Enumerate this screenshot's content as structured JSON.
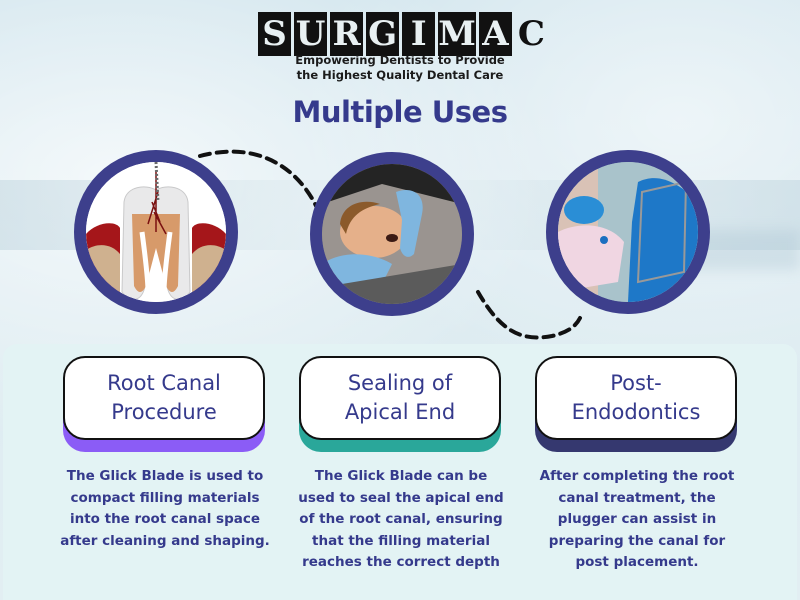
{
  "brand": {
    "logo_letters": [
      "S",
      "U",
      "R",
      "G",
      "I",
      "M",
      "A",
      "C"
    ],
    "tagline_line1": "Empowering Dentists to Provide",
    "tagline_line2": "the Highest Quality Dental Care"
  },
  "title": "Multiple Uses",
  "colors": {
    "title": "#353a8c",
    "circle_border": "#3d3f8c",
    "panel_bg": "#e3f3f4",
    "accent_purple": "#8b5cf6",
    "accent_teal": "#2aa79a",
    "accent_navy": "#35386f"
  },
  "images": [
    {
      "name": "tooth-root-canal-illustration"
    },
    {
      "name": "child-dental-exam-photo"
    },
    {
      "name": "dental-dam-procedure-photo"
    }
  ],
  "uses": [
    {
      "heading_line1": "Root Canal",
      "heading_line2": "Procedure",
      "accent": "#8b5cf6",
      "description": "The Glick Blade is used to compact filling materials into the root canal space after cleaning and shaping."
    },
    {
      "heading_line1": "Sealing of",
      "heading_line2": "Apical End",
      "accent": "#2aa79a",
      "description": "The Glick Blade can be used to seal the apical end of the root canal, ensuring that the filling material reaches the correct depth"
    },
    {
      "heading_line1": "Post-",
      "heading_line2": "Endodontics",
      "accent": "#35386f",
      "description": "After completing the root canal treatment, the plugger can assist in preparing the canal for post placement."
    }
  ]
}
